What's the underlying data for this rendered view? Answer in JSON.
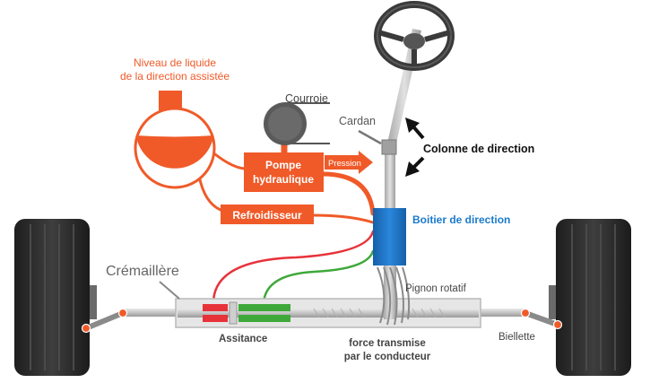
{
  "labels": {
    "reservoir_line1": "Niveau de liquide",
    "reservoir_line2": "de la direction assistée",
    "belt": "Courroie",
    "cardan": "Cardan",
    "column": "Colonne de direction",
    "pump_line1": "Pompe",
    "pump_line2": "hydraulique",
    "pressure": "Pression",
    "cooler": "Refroidisseur",
    "steering_box": "Boitier de direction",
    "rack": "Crémaillère",
    "pinion": "Pignon rotatif",
    "assist": "Assitance",
    "force_line1": "force transmise",
    "force_line2": "par le conducteur",
    "tie_rod": "Biellette"
  },
  "icons": {
    "steering_wheel": "steering-wheel-icon",
    "rotation_arrows": "rotation-arrows-icon",
    "pressure_arrow": "pressure-arrow-icon"
  },
  "colors": {
    "hydraulic_orange": "#f05a28",
    "steering_blue": "#1a73c4",
    "steering_box_label": "#1a7acb",
    "high_pressure_red": "#e8323a",
    "low_pressure_green": "#3fa83a",
    "tire_dark": "#2b2b2b",
    "metal_grey": "#c8c8c8"
  }
}
